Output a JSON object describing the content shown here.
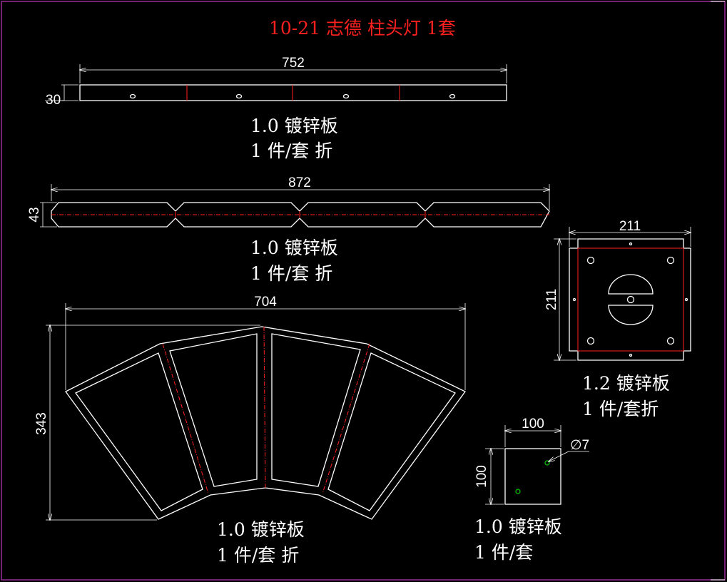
{
  "title": "10-21 志德 柱头灯 1套",
  "colors": {
    "background": "#000000",
    "line": "#ffffff",
    "accent": "#ff2020",
    "hole": "#00cc00",
    "frame": "#9a2a9a"
  },
  "part1": {
    "dim_width": "752",
    "dim_height": "30",
    "spec_line1": "1.0 镀锌板",
    "spec_line2": "1 件/套 折"
  },
  "part2": {
    "dim_width": "872",
    "dim_height": "43",
    "spec_line1": "1.0 镀锌板",
    "spec_line2": "1 件/套 折"
  },
  "part3": {
    "dim_width": "704",
    "dim_height": "343",
    "spec_line1": "1.0 镀锌板",
    "spec_line2": "1 件/套 折"
  },
  "part4": {
    "dim_width": "211",
    "dim_height": "211",
    "spec_line1": "1.2 镀锌板",
    "spec_line2": "1 件/套折"
  },
  "part5": {
    "dim_width": "100",
    "dim_height": "100",
    "hole_label": "∅7",
    "spec_line1": "1.0 镀锌板",
    "spec_line2": "1 件/套"
  }
}
